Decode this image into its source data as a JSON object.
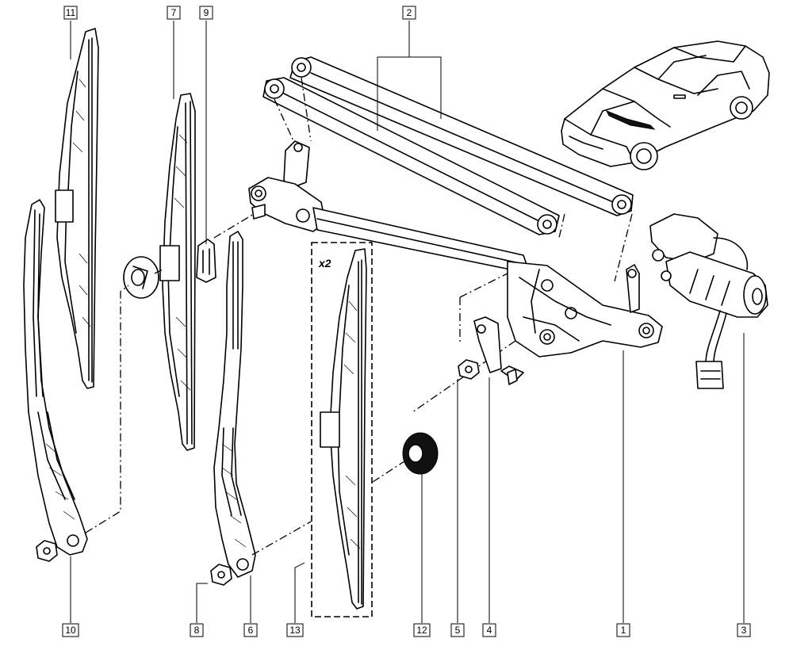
{
  "diagram": {
    "callouts": [
      {
        "id": "c11",
        "label": "11"
      },
      {
        "id": "c7",
        "label": "7"
      },
      {
        "id": "c9",
        "label": "9"
      },
      {
        "id": "c2",
        "label": "2"
      },
      {
        "id": "c10",
        "label": "10"
      },
      {
        "id": "c8",
        "label": "8"
      },
      {
        "id": "c6",
        "label": "6"
      },
      {
        "id": "c13",
        "label": "13"
      },
      {
        "id": "c12",
        "label": "12"
      },
      {
        "id": "c5",
        "label": "5"
      },
      {
        "id": "c4",
        "label": "4"
      },
      {
        "id": "c1",
        "label": "1"
      },
      {
        "id": "c3",
        "label": "3"
      }
    ],
    "quantity_label": "x2"
  }
}
